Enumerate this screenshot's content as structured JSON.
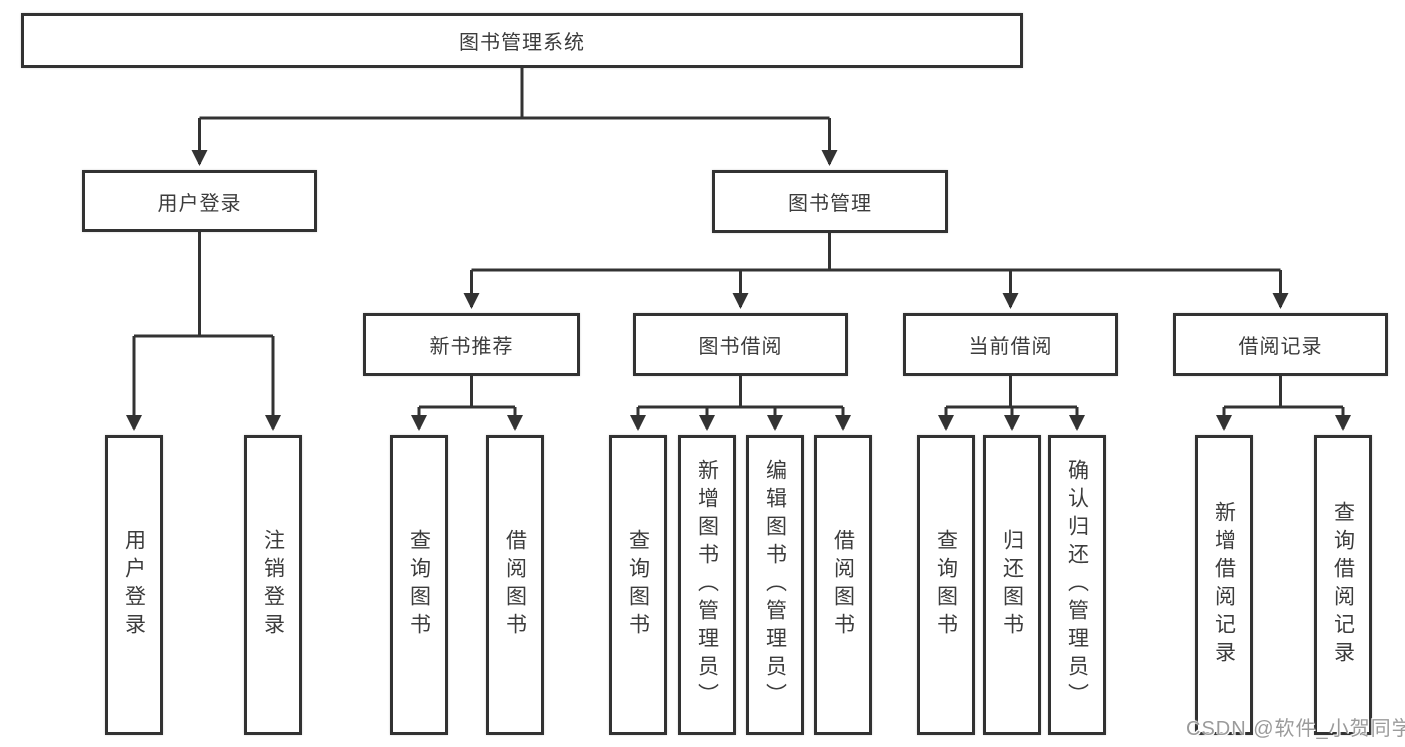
{
  "diagram": {
    "title": "图书管理系统",
    "root": "图书管理系统",
    "branches": [
      {
        "label": "用户登录",
        "children": [
          "用户登录",
          "注销登录"
        ]
      },
      {
        "label": "图书管理",
        "groups": [
          {
            "label": "新书推荐",
            "children": [
              "查询图书",
              "借阅图书"
            ]
          },
          {
            "label": "图书借阅",
            "children": [
              "查询图书",
              "新增图书（管理员）",
              "编辑图书（管理员）",
              "借阅图书"
            ]
          },
          {
            "label": "当前借阅",
            "children": [
              "查询图书",
              "归还图书",
              "确认归还（管理员）"
            ]
          },
          {
            "label": "借阅记录",
            "children": [
              "新增借阅记录",
              "查询借阅记录"
            ]
          }
        ]
      }
    ]
  },
  "watermark": {
    "text": "CSDN @软件_小贺同学"
  },
  "colors": {
    "line": "#333333",
    "box_border": "#323232",
    "text": "#3c3c3c",
    "watermark": "#9b9b9b",
    "background": "#ffffff"
  }
}
